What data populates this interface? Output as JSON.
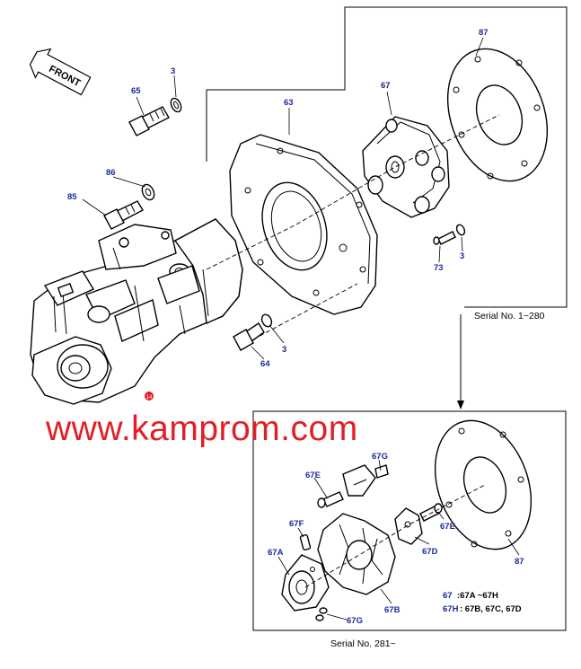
{
  "labels": {
    "p65": "65",
    "p3_top": "3",
    "p86": "86",
    "p85": "85",
    "p63": "63",
    "p64": "64",
    "p3_mid": "3",
    "p67": "67",
    "p87_top": "87",
    "p73": "73",
    "p3_right": "3",
    "p67E_left": "67E",
    "p67G_top": "67G",
    "p67F": "67F",
    "p67A": "67A",
    "p67G_bottom": "67G",
    "p67B": "67B",
    "p67D": "67D",
    "p67E_right": "67E",
    "p87_bottom": "87"
  },
  "front_arrow": "FRONT",
  "serial_top": "Serial No. 1~280",
  "serial_bottom": "Serial No. 281~",
  "legend": {
    "key1": "67",
    "text1": ":67A ~67H",
    "key2": "67H",
    "text2": ": 67B, 67C, 67D"
  },
  "watermark": "www.kamprom.com",
  "marker": "14",
  "colors": {
    "watermark": "#e31e24",
    "label": "#1a2a9a",
    "marker": "#e31e24"
  }
}
